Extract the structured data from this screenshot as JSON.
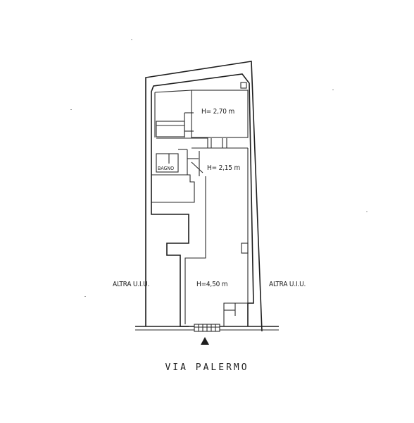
{
  "plan": {
    "rooms": [
      {
        "id": "upper-room",
        "height_label": "H= 2,70 m"
      },
      {
        "id": "middle-room",
        "height_label": "H= 2,15 m"
      },
      {
        "id": "shop-room",
        "height_label": "H=4,50 m"
      }
    ],
    "bathroom_label": "BAGNO",
    "neighbor_left": "ALTRA U.I.U.",
    "neighbor_right": "ALTRA U.I.U.",
    "street": "VIA PALERMO"
  },
  "colors": {
    "ink": "#1e1e1e",
    "paper": "#ffffff"
  }
}
